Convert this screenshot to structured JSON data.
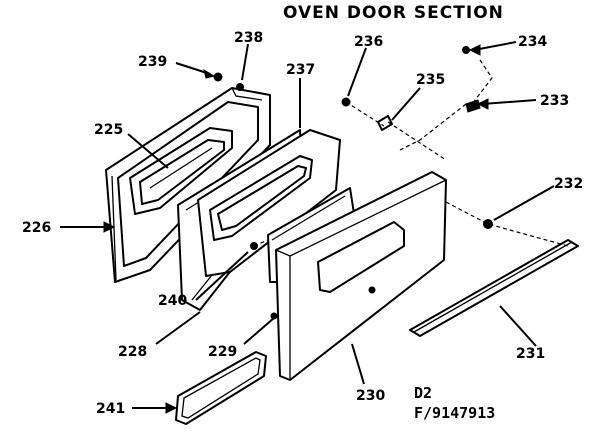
{
  "title": "OVEN DOOR SECTION",
  "footer": {
    "line1": "D2",
    "line2": "F/9147913"
  },
  "callouts": [
    {
      "id": "225",
      "text": "225"
    },
    {
      "id": "226",
      "text": "226"
    },
    {
      "id": "228",
      "text": "228"
    },
    {
      "id": "229",
      "text": "229"
    },
    {
      "id": "230",
      "text": "230"
    },
    {
      "id": "231",
      "text": "231"
    },
    {
      "id": "232",
      "text": "232"
    },
    {
      "id": "233",
      "text": "233"
    },
    {
      "id": "234",
      "text": "234"
    },
    {
      "id": "235",
      "text": "235"
    },
    {
      "id": "236",
      "text": "236"
    },
    {
      "id": "237",
      "text": "237"
    },
    {
      "id": "238",
      "text": "238"
    },
    {
      "id": "239",
      "text": "239"
    },
    {
      "id": "240",
      "text": "240"
    },
    {
      "id": "241",
      "text": "241"
    }
  ]
}
